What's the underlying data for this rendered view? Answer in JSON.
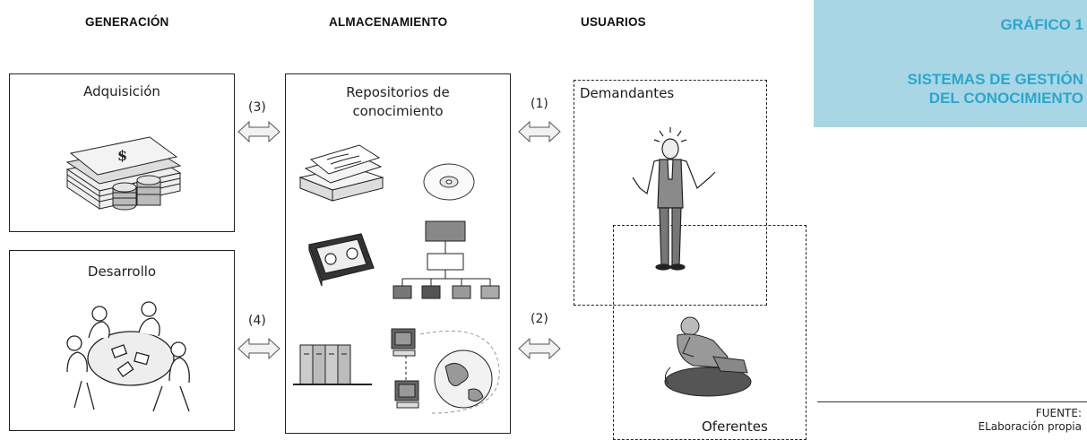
{
  "columns": {
    "generation": "GENERACIÓN",
    "storage": "ALMACENAMIENTO",
    "users": "USUARIOS"
  },
  "generation_boxes": {
    "acquisition": "Adquisición",
    "development": "Desarrollo"
  },
  "repository": {
    "title_line1": "Repositorios de",
    "title_line2": "conocimiento"
  },
  "arrows": {
    "a1": "(1)",
    "a2": "(2)",
    "a3": "(3)",
    "a4": "(4)"
  },
  "users": {
    "demand": "Demandantes",
    "offer": "Oferentes"
  },
  "sidebar": {
    "label": "GRÁFICO 1",
    "title_line1": "SISTEMAS DE GESTIÓN",
    "title_line2": "DEL CONOCIMIENTO"
  },
  "source": {
    "label": "FUENTE:",
    "text": "ELaboración propia"
  },
  "icons": [
    "money-stack-icon",
    "meeting-table-icon",
    "paper-stack-icon",
    "cd-disc-icon",
    "videotape-icon",
    "org-chart-icon",
    "binders-icon",
    "computer-network-globe-icon",
    "confused-businessman-icon",
    "thinking-man-icon",
    "double-arrow-icon"
  ],
  "colors": {
    "sidebar_bg": "#a9d6e5",
    "sidebar_text": "#2aa7cf"
  }
}
